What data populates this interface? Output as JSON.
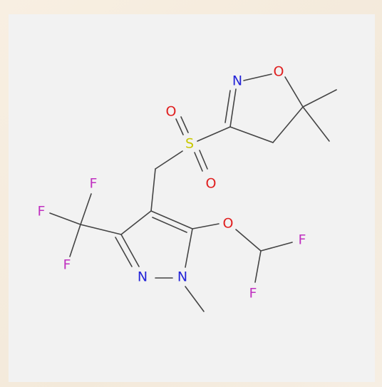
{
  "colors": {
    "bond": "#444444",
    "nitrogen": "#2323d8",
    "oxygen": "#e02020",
    "sulfur": "#c8c800",
    "fluorine": "#c030c0",
    "card_bg": "#f2f2f2"
  },
  "atoms": {
    "n_isoxazoline": "N",
    "o_isoxazoline": "O",
    "o_sulfonyl_top": "O",
    "s_sulfonyl": "S",
    "o_sulfonyl_bottom": "O",
    "f_top": "F",
    "f_left": "F",
    "f_bottom": "F",
    "o_ether": "O",
    "n_pyrazole_2": "N",
    "n_pyrazole_1": "N",
    "f_right": "F",
    "f_lower": "F"
  }
}
